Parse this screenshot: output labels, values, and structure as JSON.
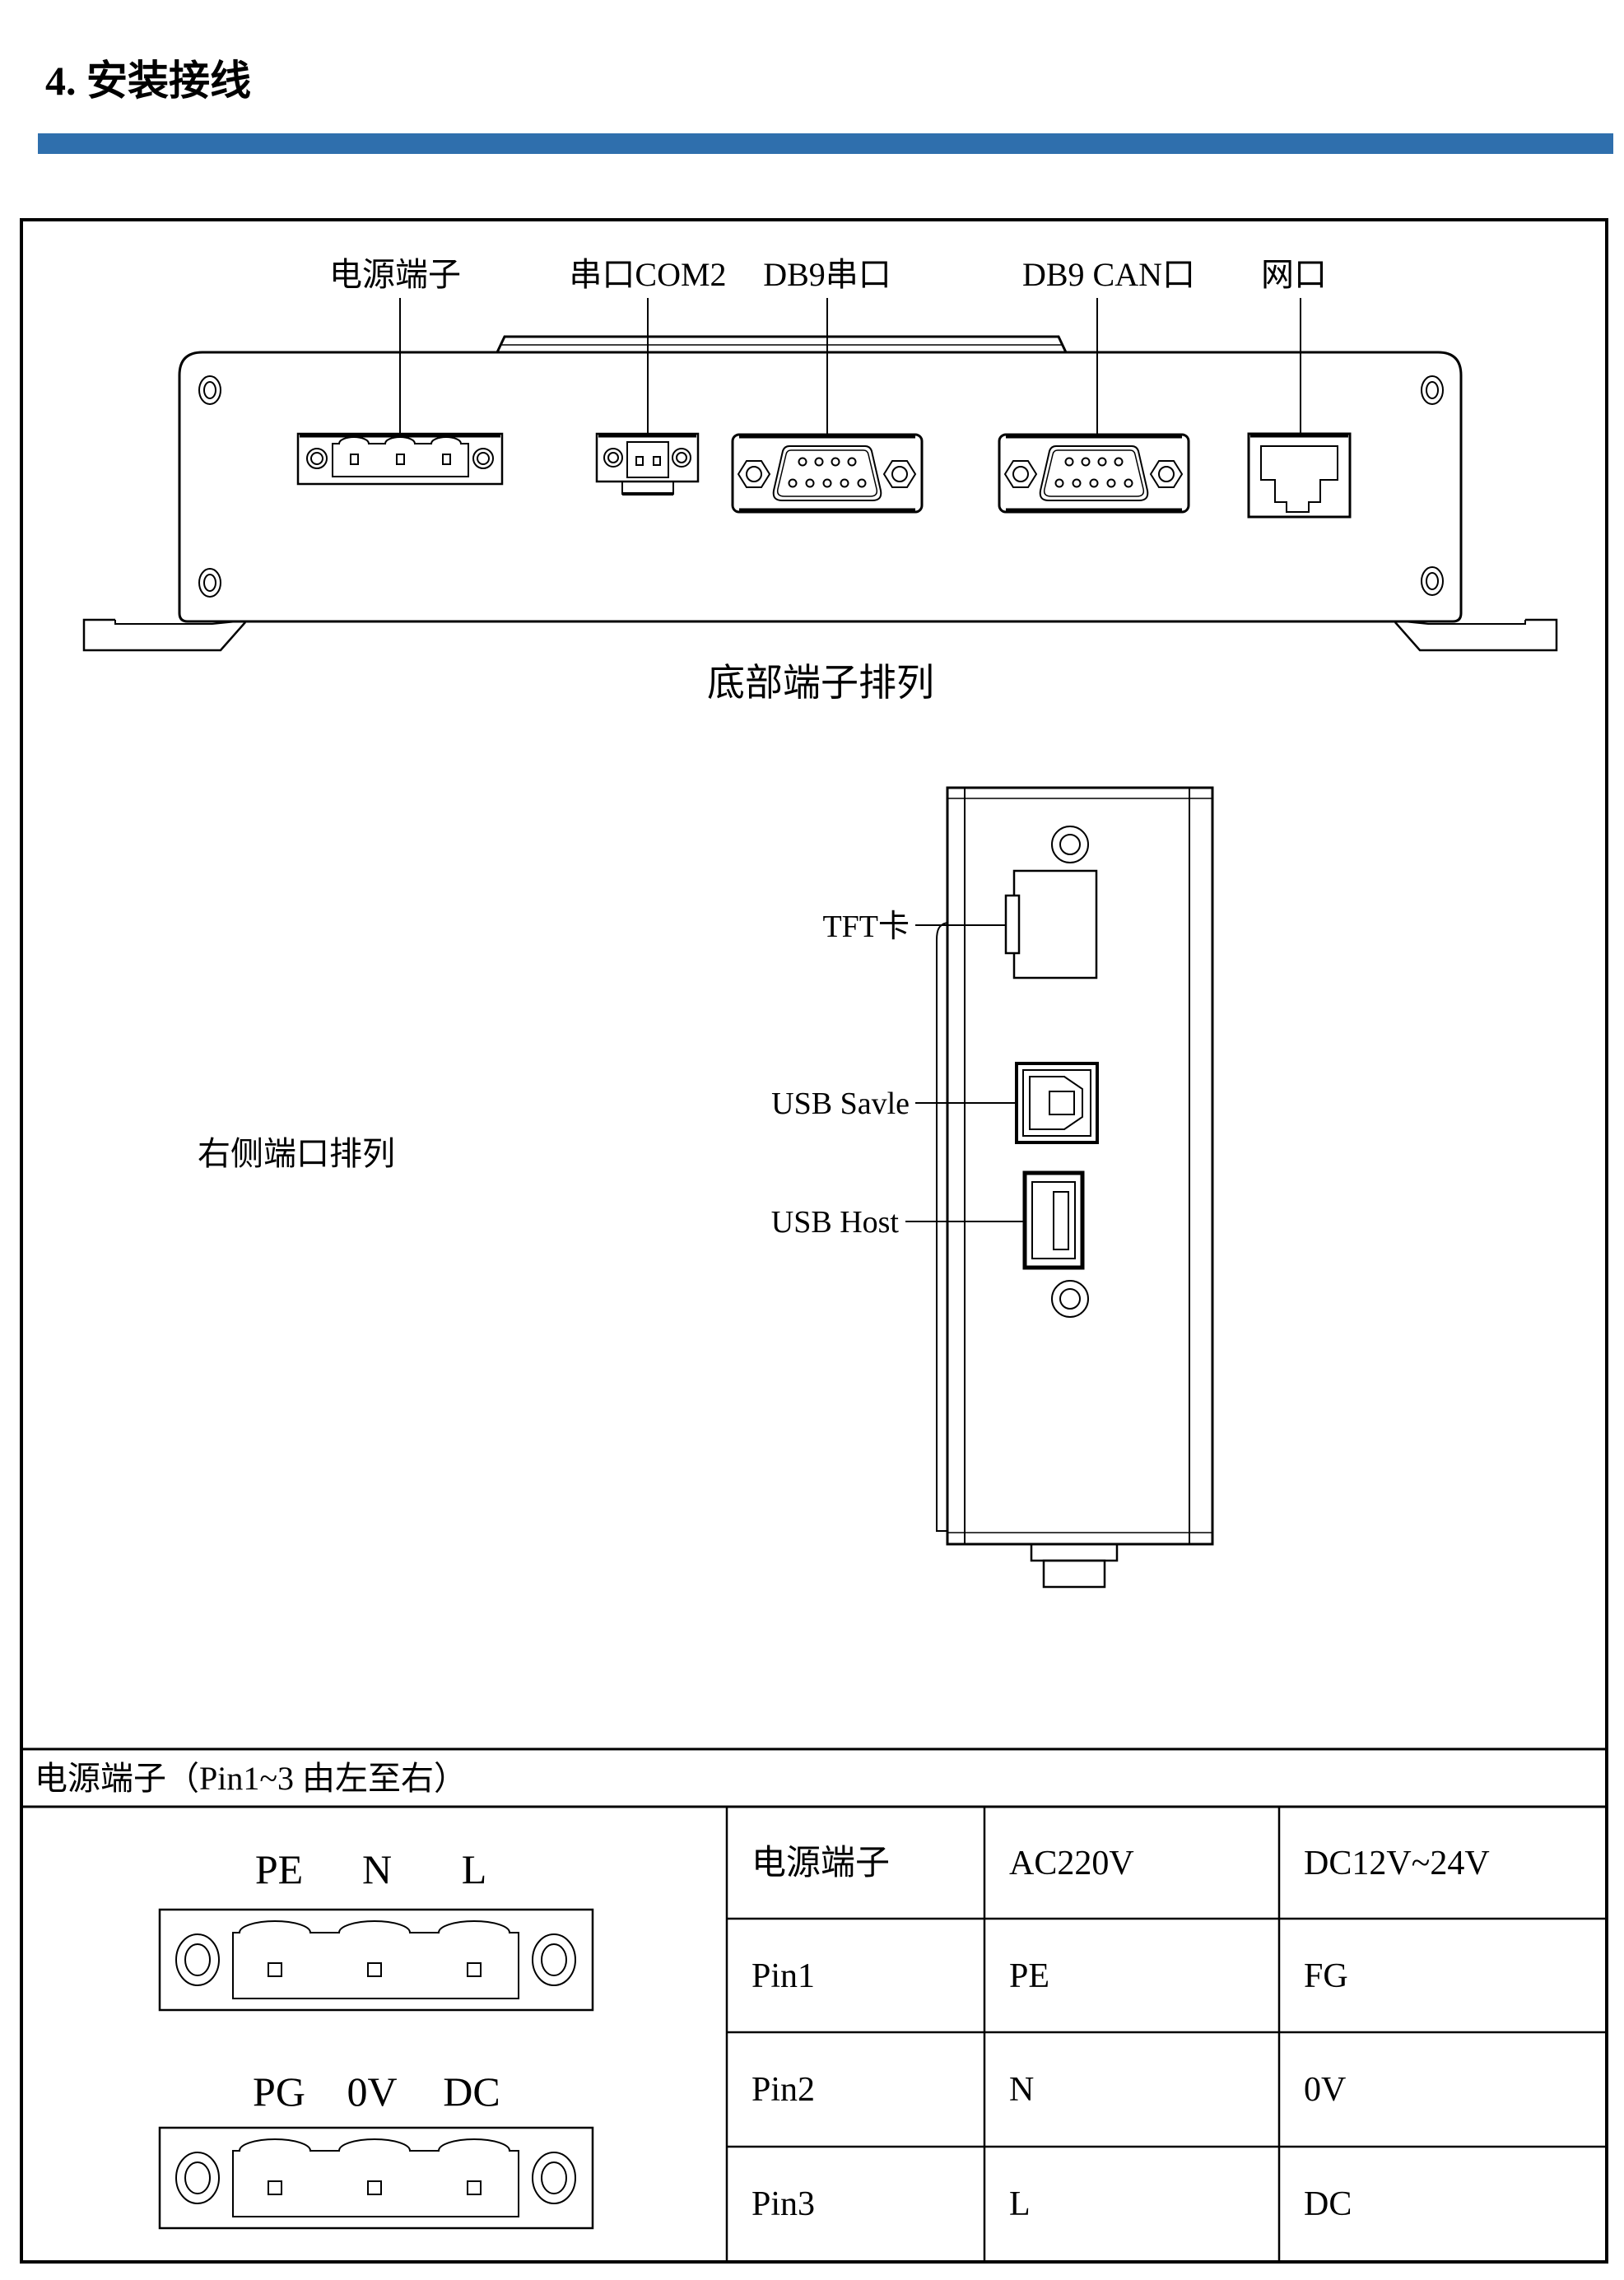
{
  "page": {
    "title": "4. 安装接线"
  },
  "colors": {
    "accent_bar": "#2F6FAD",
    "line": "#000000",
    "background": "#FFFFFF"
  },
  "bottom_view": {
    "caption": "底部端子排列",
    "port_labels": [
      {
        "text": "电源端子"
      },
      {
        "text": "串口COM2"
      },
      {
        "text": "DB9串口"
      },
      {
        "text": "DB9 CAN口"
      },
      {
        "text": "网口"
      }
    ]
  },
  "side_view": {
    "caption": "右侧端口排列",
    "port_labels": [
      {
        "text": "TFT卡"
      },
      {
        "text": "USB Savle"
      },
      {
        "text": "USB Host"
      }
    ]
  },
  "power_section": {
    "header": "电源端子（Pin1~3 由左至右）",
    "ac_pins": [
      "PE",
      "N",
      "L"
    ],
    "dc_pins": [
      "PG",
      "0V",
      "DC"
    ],
    "table": {
      "header_row": [
        "电源端子",
        "AC220V",
        "DC12V~24V"
      ],
      "rows": [
        [
          "Pin1",
          "PE",
          "FG"
        ],
        [
          "Pin2",
          "N",
          "0V"
        ],
        [
          "Pin3",
          "L",
          "DC"
        ]
      ]
    }
  }
}
